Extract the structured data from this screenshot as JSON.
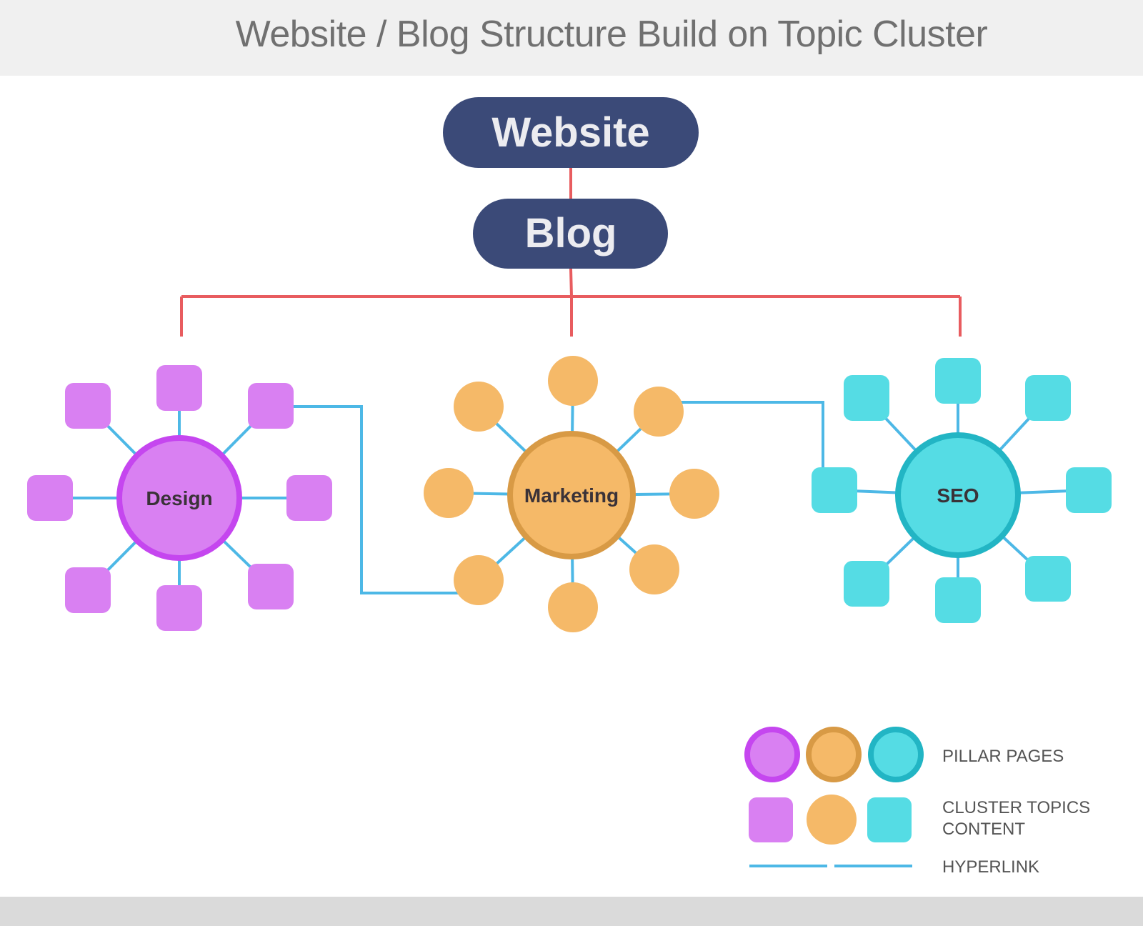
{
  "header": {
    "title": "Website / Blog Structure Build on Topic Cluster"
  },
  "hierarchy": {
    "root": {
      "label": "Website"
    },
    "child": {
      "label": "Blog"
    }
  },
  "pillars": [
    {
      "id": "design",
      "label": "Design",
      "fill": "#d980f2",
      "border": "#c546ef",
      "cluster_shape": "rounded-square",
      "cluster_count": 8
    },
    {
      "id": "marketing",
      "label": "Marketing",
      "fill": "#f5b968",
      "border": "#d89a45",
      "cluster_shape": "circle",
      "cluster_count": 8
    },
    {
      "id": "seo",
      "label": "SEO",
      "fill": "#55dce4",
      "border": "#22b5c4",
      "cluster_shape": "rounded-square",
      "cluster_count": 8
    }
  ],
  "cross_links": [
    {
      "from": "design cluster (top-right)",
      "to": "marketing cluster (bottom-left)"
    },
    {
      "from": "marketing cluster (top-right)",
      "to": "seo cluster (left)"
    }
  ],
  "legend": {
    "pillar_pages": "PILLAR PAGES",
    "cluster_line1": "CLUSTER TOPICS",
    "cluster_line2": "CONTENT",
    "hyperlink": "HYPERLINK"
  },
  "colors": {
    "node_fill": "#3b4a78",
    "hierarchy_line": "#e85c5f",
    "hyperlink_line": "#4db8e6"
  }
}
